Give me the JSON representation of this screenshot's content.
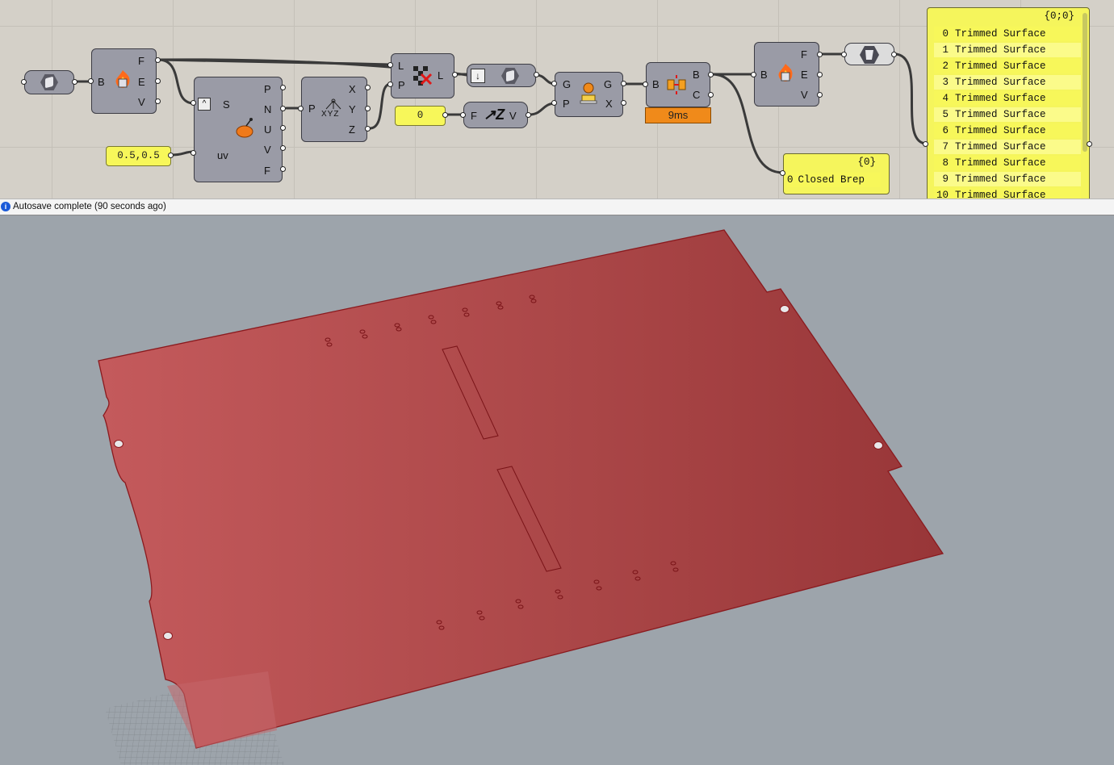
{
  "canvas": {
    "components": {
      "brep_param": {
        "icon": "brep-hex-icon"
      },
      "deconstruct_1": {
        "inputs": [
          "B"
        ],
        "outputs": [
          "F",
          "E",
          "V"
        ],
        "icon": "deconstruct-brep-icon"
      },
      "eval_surface": {
        "inputs": [
          "S",
          "uv"
        ],
        "outputs": [
          "P",
          "N",
          "U",
          "V",
          "F"
        ],
        "icon": "evaluate-surface-icon"
      },
      "deconstruct_point": {
        "inputs": [
          "P"
        ],
        "outputs": [
          "X",
          "Y",
          "Z"
        ],
        "icon_text": "XYZ"
      },
      "cull_pattern": {
        "inputs": [
          "L",
          "P"
        ],
        "outputs": [
          "L"
        ],
        "icon": "cull-icon"
      },
      "geometry_param": {
        "icon": "down-arrow-icon"
      },
      "brep_param_2": {
        "icon": "brep-hex-icon"
      },
      "unit_z": {
        "inputs": [
          "F"
        ],
        "outputs": [
          "V"
        ],
        "icon": "unit-z-icon"
      },
      "move": {
        "inputs": [
          "G",
          "P"
        ],
        "outputs": [
          "G",
          "X"
        ],
        "icon": "move-icon"
      },
      "join": {
        "inputs": [
          "B"
        ],
        "outputs": [
          "B",
          "C"
        ],
        "icon": "brep-join-icon",
        "time": "9ms"
      },
      "deconstruct_2": {
        "inputs": [
          "B"
        ],
        "outputs": [
          "F",
          "E",
          "V"
        ],
        "icon": "deconstruct-brep-icon"
      },
      "surface_param": {
        "icon": "surface-icon"
      }
    },
    "panels": {
      "uv_value": "0.5,0.5",
      "zero_value": "0",
      "closed_panel": {
        "path": "{0}",
        "rows": [
          {
            "index": "0",
            "text": "Closed Brep"
          }
        ]
      },
      "surfaces_panel": {
        "path": "{0;0}",
        "rows": [
          {
            "index": "0",
            "text": "Trimmed Surface"
          },
          {
            "index": "1",
            "text": "Trimmed Surface"
          },
          {
            "index": "2",
            "text": "Trimmed Surface"
          },
          {
            "index": "3",
            "text": "Trimmed Surface"
          },
          {
            "index": "4",
            "text": "Trimmed Surface"
          },
          {
            "index": "5",
            "text": "Trimmed Surface"
          },
          {
            "index": "6",
            "text": "Trimmed Surface"
          },
          {
            "index": "7",
            "text": "Trimmed Surface"
          },
          {
            "index": "8",
            "text": "Trimmed Surface"
          },
          {
            "index": "9",
            "text": "Trimmed Surface"
          },
          {
            "index": "10",
            "text": "Trimmed Surface"
          }
        ]
      }
    }
  },
  "status": {
    "icon": "info-icon",
    "text": "Autosave complete (90 seconds ago)"
  },
  "viewport": {
    "plate_color": "#b84a4c",
    "edge_color": "#8a1a1e",
    "background": "#9da4ab"
  }
}
